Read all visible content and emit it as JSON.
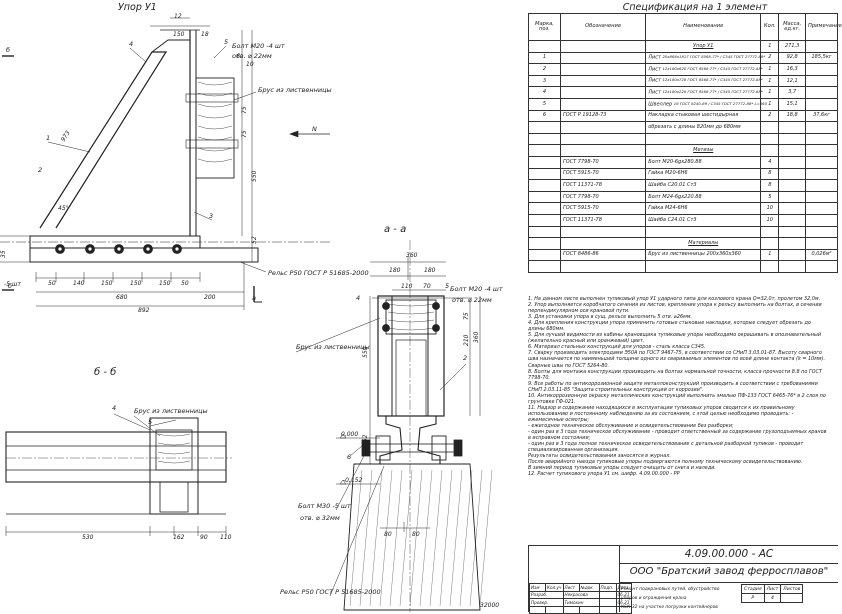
{
  "drawing": {
    "title_main": "Упор У1",
    "section_aa": "а - а",
    "section_bb": "б - б",
    "cut_mark_b": "б",
    "cut_mark_a": "а",
    "north": "N",
    "callout_1": "1",
    "callout_2": "2",
    "callout_3": "3",
    "callout_4": "4",
    "callout_5": "5",
    "callout_6": "6",
    "bolt_m20": "Болт М20 -4 шт",
    "hole_22": "отв. ⌀ 22мм",
    "bolt_m30": "Болт М30 -5 шт",
    "hole_32": "отв. ⌀ 32мм",
    "beam_label": "Брус из лиственницы",
    "rail_label": "Рельс Р50 ГОСТ Р 51685-2000",
    "level_0": "0,000",
    "level_152": "-0,152",
    "dims": {
      "d12": "12",
      "d150": "150",
      "d18": "18",
      "d973": "973",
      "d45": "45°",
      "d10": "10",
      "d75a": "75",
      "d75b": "75",
      "d550": "550",
      "d52": "52",
      "d35": "35",
      "d50a": "50",
      "d140": "140",
      "d150b": "150",
      "d150c": "150",
      "d150d": "150",
      "d50b": "50",
      "d680": "680",
      "d200": "200",
      "d892": "892",
      "d5": "-5 шт",
      "a360": "360",
      "a180a": "180",
      "a180b": "180",
      "a110": "110",
      "a70": "70",
      "a75": "75",
      "a210": "210",
      "a360v": "360",
      "a550": "550",
      "a152": "152",
      "a80a": "80",
      "a80b": "80",
      "a32000": "32000",
      "b530": "530",
      "b162": "162",
      "b90": "90",
      "b110": "110"
    }
  },
  "spec": {
    "title": "Спецификация  на 1 элемент",
    "headers": [
      "Марка, поз.",
      "Обозначение",
      "Наименование",
      "Кол.",
      "Масса, ед.кг.",
      "Примечание"
    ],
    "rows": [
      {
        "pos": "",
        "code": "",
        "name": "Упор У1",
        "name_sub": "",
        "qty": "1",
        "mass": "271,3",
        "note": "",
        "u": true
      },
      {
        "pos": "1",
        "code": "",
        "name": "Лист",
        "name_sub": "20х868х1817 ГОСТ 8568-77* / С345 ГОСТ 27772-88*",
        "qty": "2",
        "mass": "92,8",
        "note": "185,5кг",
        "u": false
      },
      {
        "pos": "2",
        "code": "",
        "name": "Лист",
        "name_sub": "12х180х620 ГОСТ 8568-77* / С345 ГОСТ 27772-88*",
        "qty": "1",
        "mass": "16,3",
        "note": "",
        "u": false
      },
      {
        "pos": "3",
        "code": "",
        "name": "Лист",
        "name_sub": "12х180х728 ГОСТ 8568-77* / С345 ГОСТ 27772-88*",
        "qty": "1",
        "mass": "12,1",
        "note": "",
        "u": false
      },
      {
        "pos": "4",
        "code": "",
        "name": "Лист",
        "name_sub": "12х180х220 ГОСТ 8568-77* / С345 ГОСТ 27772-88*",
        "qty": "1",
        "mass": "3,7",
        "note": "",
        "u": false
      },
      {
        "pos": "5",
        "code": "",
        "name": "Швеллер",
        "name_sub": "16 ГОСТ 8240-89 / С345 ГОСТ 27772-88*   L=360",
        "qty": "1",
        "mass": "15,1",
        "note": "",
        "u": false
      },
      {
        "pos": "6",
        "code": "ГОСТ Р 19128-73",
        "name": "Накладка стыковая шестидырная",
        "name_sub": "",
        "qty": "2",
        "mass": "18,8",
        "note": "37,6кг",
        "u": false
      },
      {
        "pos": "",
        "code": "",
        "name": "обрезать с длины 820мм до 680мм",
        "name_sub": "",
        "qty": "",
        "mass": "",
        "note": "",
        "u": false
      },
      {
        "pos": "",
        "code": "",
        "name": "",
        "name_sub": "",
        "qty": "",
        "mass": "",
        "note": "",
        "u": false
      },
      {
        "pos": "",
        "code": "",
        "name": "Метизы",
        "name_sub": "",
        "qty": "",
        "mass": "",
        "note": "",
        "u": true
      },
      {
        "pos": "",
        "code": "ГОСТ  7798-70",
        "name": "Болт М20-6gх280.88",
        "name_sub": "",
        "qty": "4",
        "mass": "",
        "note": "",
        "u": false
      },
      {
        "pos": "",
        "code": "ГОСТ  5915-70",
        "name": "Гайка М20-6Н6",
        "name_sub": "",
        "qty": "8",
        "mass": "",
        "note": "",
        "u": false
      },
      {
        "pos": "",
        "code": "ГОСТ  11371-78",
        "name": "Шайба С20.01 Ст3",
        "name_sub": "",
        "qty": "8",
        "mass": "",
        "note": "",
        "u": false
      },
      {
        "pos": "",
        "code": "ГОСТ  7798-70",
        "name": "Болт М24-6gх220.88",
        "name_sub": "",
        "qty": "5",
        "mass": "",
        "note": "",
        "u": false
      },
      {
        "pos": "",
        "code": "ГОСТ  5915-70",
        "name": "Гайка М24-6Н6",
        "name_sub": "",
        "qty": "10",
        "mass": "",
        "note": "",
        "u": false
      },
      {
        "pos": "",
        "code": "ГОСТ  11371-78",
        "name": "Шайба С24.01 Ст3",
        "name_sub": "",
        "qty": "10",
        "mass": "",
        "note": "",
        "u": false
      },
      {
        "pos": "",
        "code": "",
        "name": "",
        "name_sub": "",
        "qty": "",
        "mass": "",
        "note": "",
        "u": false
      },
      {
        "pos": "",
        "code": "",
        "name": "Материалы",
        "name_sub": "",
        "qty": "",
        "mass": "",
        "note": "",
        "u": true
      },
      {
        "pos": "",
        "code": "ГОСТ 8486-86",
        "name": "Брус из лиственницы 200х360х360",
        "name_sub": "",
        "qty": "1",
        "mass": "",
        "note": "0,026м³",
        "u": false
      },
      {
        "pos": "",
        "code": "",
        "name": "",
        "name_sub": "",
        "qty": "",
        "mass": "",
        "note": "",
        "u": false
      }
    ]
  },
  "notes": [
    "1. На данном листе выполнен тупиковый упор У1 ударного типа для козлового крана Q=32,0т, пролетом 32,0м.",
    "2. Упор выполняется коробчатого сечения из листов, крепление упора к рельсу выполнить на болтах, в сечении перпендикулярном оси крановой пути.",
    "3. Для установки упора в сущ. рельсе выполнить 5 отв. ⌀26мм.",
    "4. Для крепления конструкции упора применить готовые стыковые накладки, которые следует обрезать до длины 680мм.",
    "5. Для лучшей видимости из кабины крановщика тупиковые упоры необходимо окрашивать в опознавательный (желательно красный или оранжевый) цвет.",
    "6. Материал стальных конструкций для упоров - сталь класса С345.",
    "7. Сварку производить электродами Э50А по ГОСТ 9467-75, в соответствии со СНиП 3.03.01-87. Высоту сварного шва назначается по наименьшей толщине одного из свариваемых элементов по всей длине контакта (k = 10мм). Сварные швы по ГОСТ 5264-80.",
    "8. Болты для монтажа конструкции производить на болтах нормальной точности, класса прочности 8.8 по ГОСТ 7798-70.",
    "9. Все работы по антикоррозионной защите металлоконструкций производить в соответствии с требованиями СНиП 2.03.11-85 \"Защита строительных конструкций от коррозии\".",
    "10. Антикоррозионную окраску металлических конструкций выполнить эмалью ПФ-133 ГОСТ 6465-76* в 2 слоя по грунтовке ГФ-021.",
    "11. Надзор и содержание находящихся в эксплуатации тупиковых упоров сводится к их правильному использованию и постоянному наблюдению за их состоянием, с этой целью необходимо проводить: - ежемесячные осмотры;",
    "- ежегодное техническое обслуживание и освидетельствование без разборки;",
    "- один раз в 3 года техническое обслуживание - проводит ответственный за содержание грузоподъемных кранов в исправном состоянии;",
    "- один раз в 3 года полное техническое освидетельствование с детальной разборкой тупиков - проводит специализированная организация.",
    "Результаты освидетельствования заносятся в журнал.",
    "После аварийного наезда тупиковые упоры подвергаются полному техническому освидетельствованию.",
    "В зимний период тупиковые упоры следует очищать от снега и наледи.",
    "12. Расчет тупикового упора У1 см. шифр. 4.09.00.000 - РР"
  ],
  "title_block": {
    "code": "4.09.00.000 - АС",
    "org": "ООО \"Братский завод ферросплавов\"",
    "head": [
      "Изм",
      "Кол.уч",
      "Лист",
      "№док",
      "Подп.",
      "Дата"
    ],
    "razrab_label": "Разраб.",
    "razrab_name": "Некрасова",
    "razrab_date": "06.21",
    "prov_label": "Провер.",
    "prov_name": "Тимохин",
    "prov_date": "06.21",
    "desc_1": "Ремонт подкрановых путей, обустройство упоров и ограждения крана",
    "desc_2": "КСК-32 на участке погрузки контейнеров",
    "stage_head": [
      "Стадия",
      "Лист",
      "Листов"
    ],
    "stage": [
      "Р",
      "4",
      ""
    ]
  }
}
